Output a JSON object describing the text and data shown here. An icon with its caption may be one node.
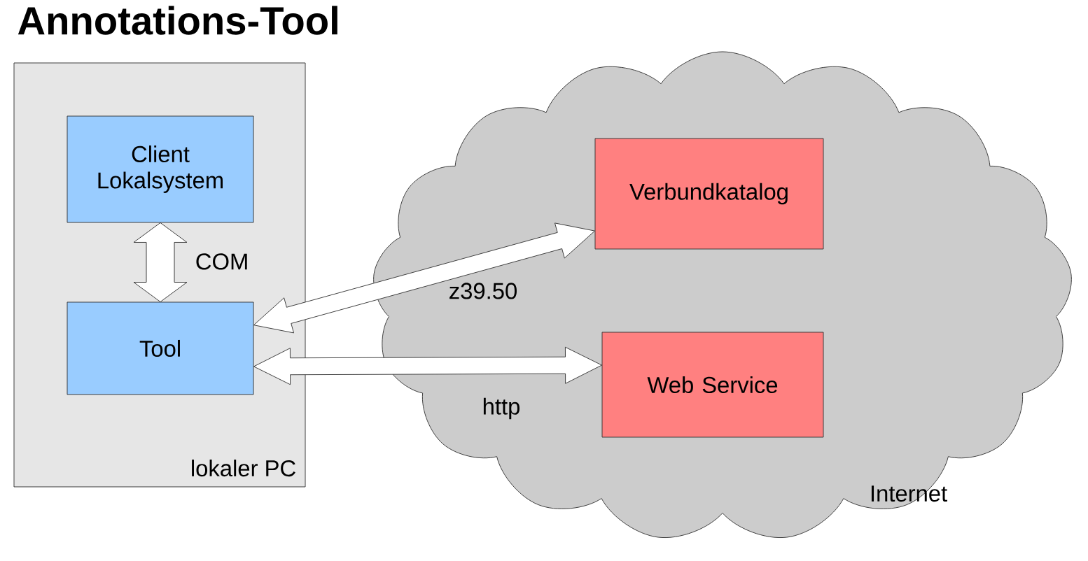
{
  "diagram": {
    "title": "Annotations-Tool",
    "nodes": [
      {
        "text": [
          "lokaler PC"
        ]
      },
      {
        "text": [
          "Client Lokalsystem"
        ],
        "in": 0
      },
      {
        "text": [
          "Tool"
        ],
        "in": 0
      },
      {
        "text": [
          "Internet"
        ]
      },
      {
        "text": [
          "Verbundkatalog"
        ],
        "in": 3
      },
      {
        "text": [
          "Web Service"
        ],
        "in": 3
      }
    ],
    "edges": [
      {
        "from": 1,
        "to": 2,
        "arrow": "both",
        "label": "COM"
      },
      {
        "from": 2,
        "to": 4,
        "arrow": "both",
        "label": "z39.50"
      },
      {
        "from": 2,
        "to": 5,
        "arrow": "both",
        "label": "http"
      }
    ]
  }
}
